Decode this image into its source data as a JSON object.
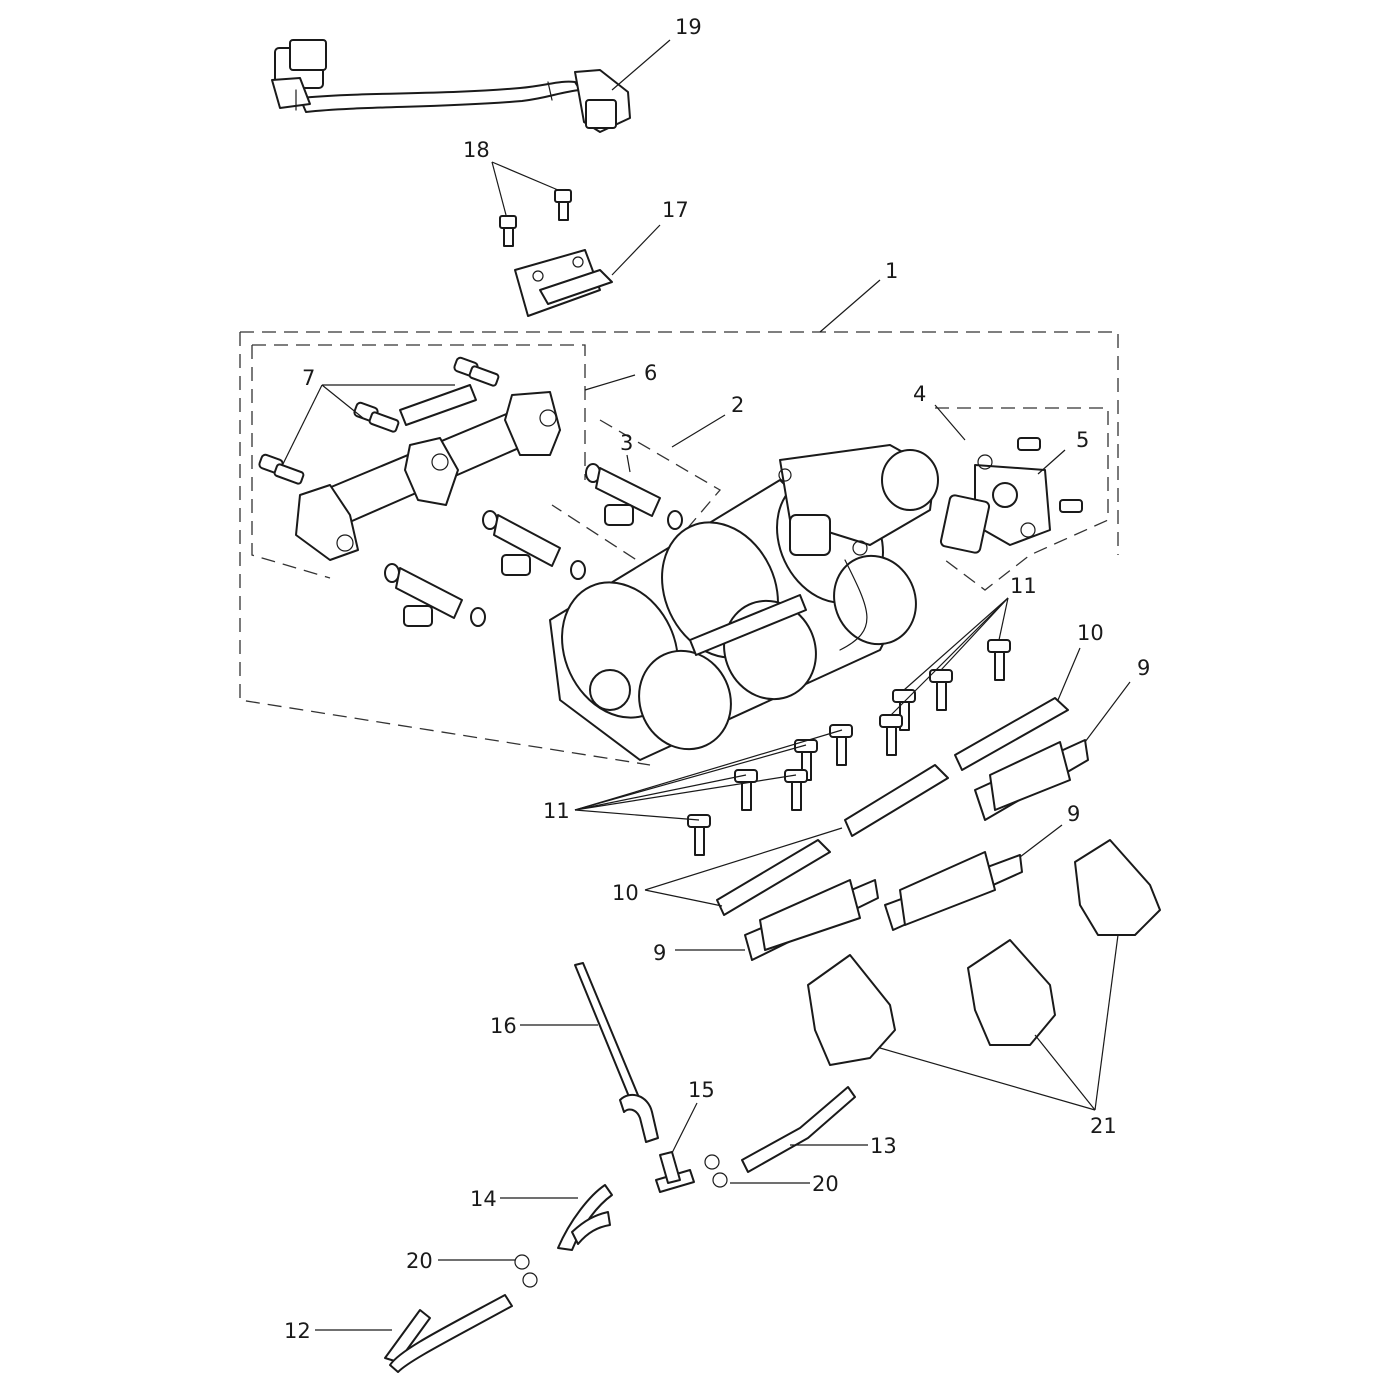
{
  "callouts": [
    {
      "id": "c19",
      "text": "19"
    },
    {
      "id": "c18",
      "text": "18"
    },
    {
      "id": "c17",
      "text": "17"
    },
    {
      "id": "c1",
      "text": "1"
    },
    {
      "id": "c7",
      "text": "7"
    },
    {
      "id": "c6",
      "text": "6"
    },
    {
      "id": "c2",
      "text": "2"
    },
    {
      "id": "c3",
      "text": "3"
    },
    {
      "id": "c4",
      "text": "4"
    },
    {
      "id": "c5",
      "text": "5"
    },
    {
      "id": "c11a",
      "text": "11"
    },
    {
      "id": "c10a",
      "text": "10"
    },
    {
      "id": "c9a",
      "text": "9"
    },
    {
      "id": "c11b",
      "text": "11"
    },
    {
      "id": "c9b",
      "text": "9"
    },
    {
      "id": "c10b",
      "text": "10"
    },
    {
      "id": "c9c",
      "text": "9"
    },
    {
      "id": "c16",
      "text": "16"
    },
    {
      "id": "c15",
      "text": "15"
    },
    {
      "id": "c13",
      "text": "13"
    },
    {
      "id": "c20a",
      "text": "20"
    },
    {
      "id": "c21",
      "text": "21"
    },
    {
      "id": "c14",
      "text": "14"
    },
    {
      "id": "c20b",
      "text": "20"
    },
    {
      "id": "c12",
      "text": "12"
    }
  ],
  "colors": {
    "ink": "#1a1a1a",
    "background": "#ffffff"
  }
}
